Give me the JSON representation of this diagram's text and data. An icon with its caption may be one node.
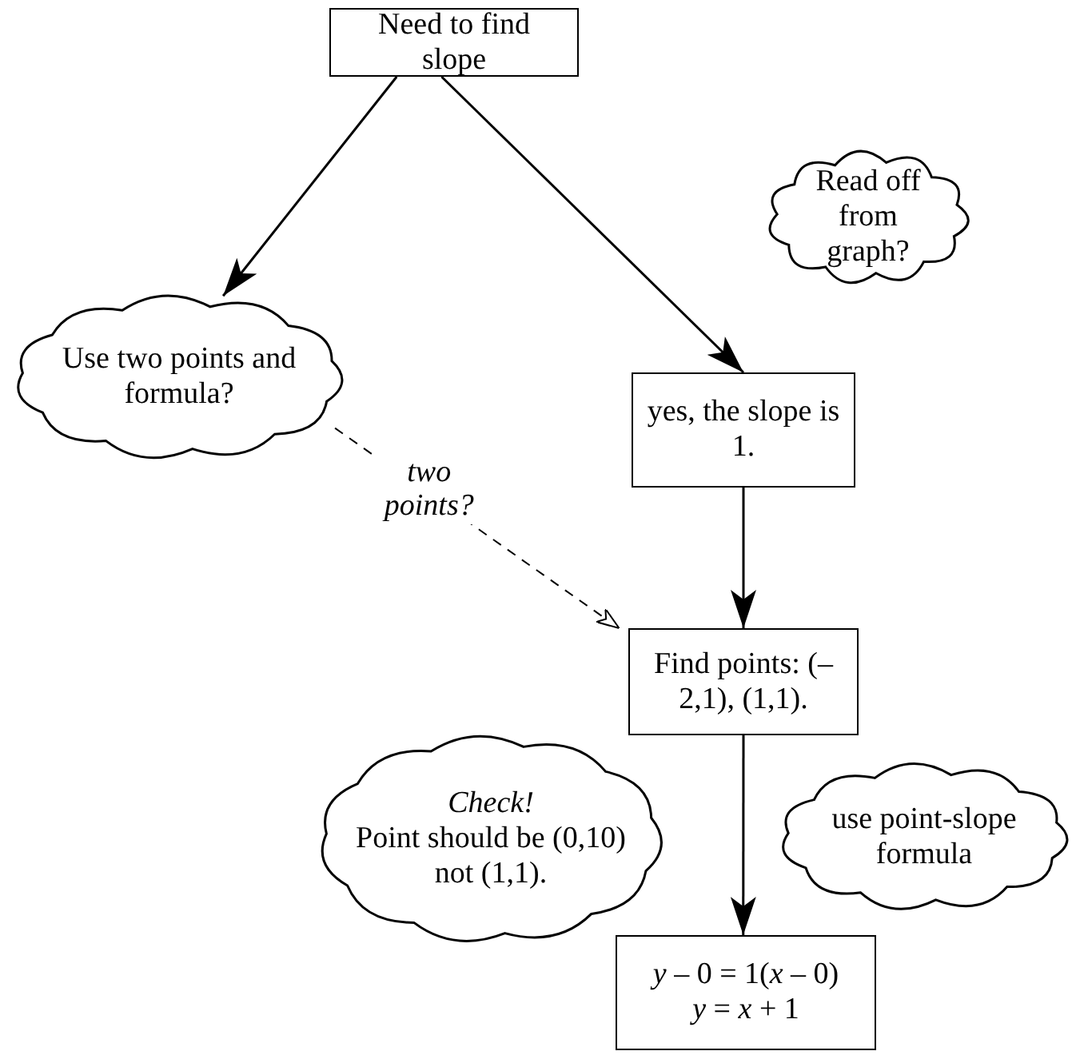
{
  "diagram": {
    "nodes": [
      {
        "text": [
          "Need to find slope"
        ]
      },
      {
        "text": [
          "Read off from graph?"
        ]
      },
      {
        "text": [
          "Use two points and formula?"
        ]
      },
      {
        "text": [
          "yes, the slope is 1."
        ]
      },
      {
        "text": [
          "Find points: (–2,1),  (1,1)."
        ]
      },
      {
        "text": [
          "Check!",
          "Point should be (0,10) not (1,1)."
        ]
      },
      {
        "text": [
          "use point-slope formula"
        ]
      },
      {
        "text": [
          "*y* – 0 = 1(*x* – 0)",
          "*y* = *x* + 1"
        ]
      }
    ],
    "edges": [
      {
        "from": 0,
        "to": 2,
        "arrow": "to"
      },
      {
        "from": 0,
        "to": 3,
        "arrow": "to"
      },
      {
        "from": 2,
        "to": 4,
        "arrow": "to",
        "label": "two points?",
        "style": "dashed"
      },
      {
        "from": 3,
        "to": 4,
        "arrow": "to"
      },
      {
        "from": 4,
        "to": 7,
        "arrow": "to"
      }
    ]
  }
}
